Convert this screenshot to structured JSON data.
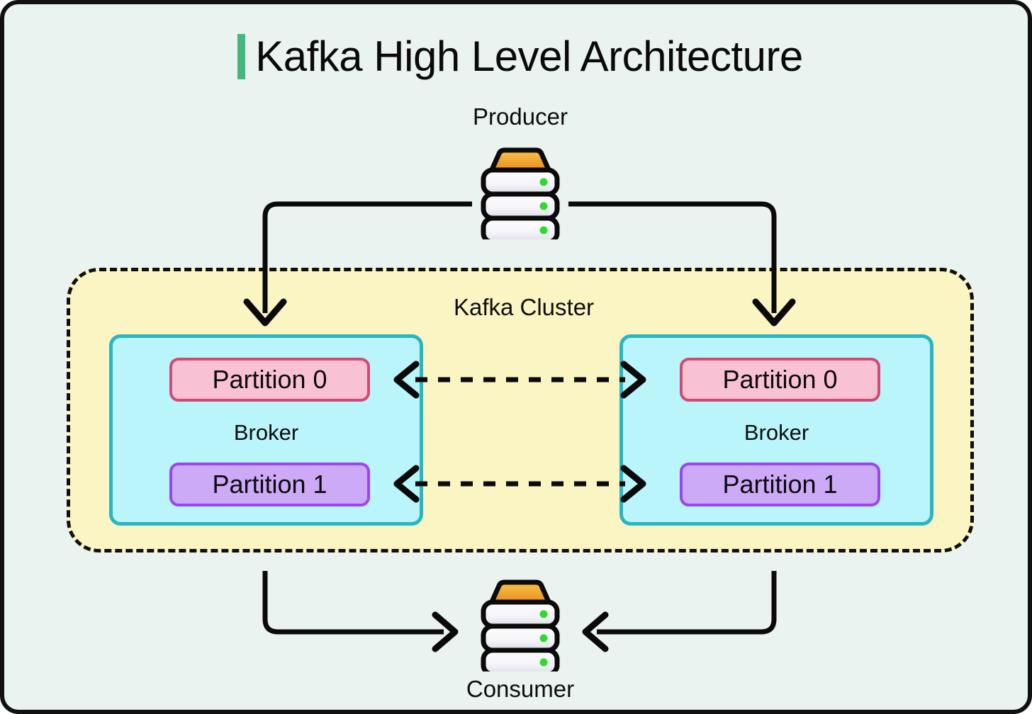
{
  "title": {
    "text": "Kafka High Level Architecture",
    "accent_color": "#44b87a"
  },
  "colors": {
    "background": "#eaf3ef",
    "frame_border": "#111111",
    "cluster_fill": "#fbf5c3",
    "cluster_border": "#101010",
    "broker_fill": "#b9f5fb",
    "broker_border": "#28b6c4",
    "partition0_fill": "#f9c2d4",
    "partition0_border": "#cf4b74",
    "partition1_fill": "#ccaaf7",
    "partition1_border": "#9b45ef",
    "arrow": "#0a0a0a",
    "server_top": "#f0a62b",
    "server_led": "#2ddb2d"
  },
  "producer": {
    "label": "Producer",
    "icon": "server-stack-icon"
  },
  "consumer": {
    "label": "Consumer",
    "icon": "server-stack-icon"
  },
  "cluster": {
    "label": "Kafka Cluster",
    "brokers": [
      {
        "label": "Broker",
        "partitions": [
          {
            "label": "Partition 0"
          },
          {
            "label": "Partition 1"
          }
        ]
      },
      {
        "label": "Broker",
        "partitions": [
          {
            "label": "Partition 0"
          },
          {
            "label": "Partition 1"
          }
        ]
      }
    ]
  },
  "connections": [
    {
      "name": "producer-to-broker-left",
      "style": "solid",
      "direction": "one-way"
    },
    {
      "name": "producer-to-broker-right",
      "style": "solid",
      "direction": "one-way"
    },
    {
      "name": "partition0-replication",
      "style": "dashed",
      "direction": "two-way"
    },
    {
      "name": "partition1-replication",
      "style": "dashed",
      "direction": "two-way"
    },
    {
      "name": "broker-left-to-consumer",
      "style": "solid",
      "direction": "one-way"
    },
    {
      "name": "broker-right-to-consumer",
      "style": "solid",
      "direction": "one-way"
    }
  ]
}
